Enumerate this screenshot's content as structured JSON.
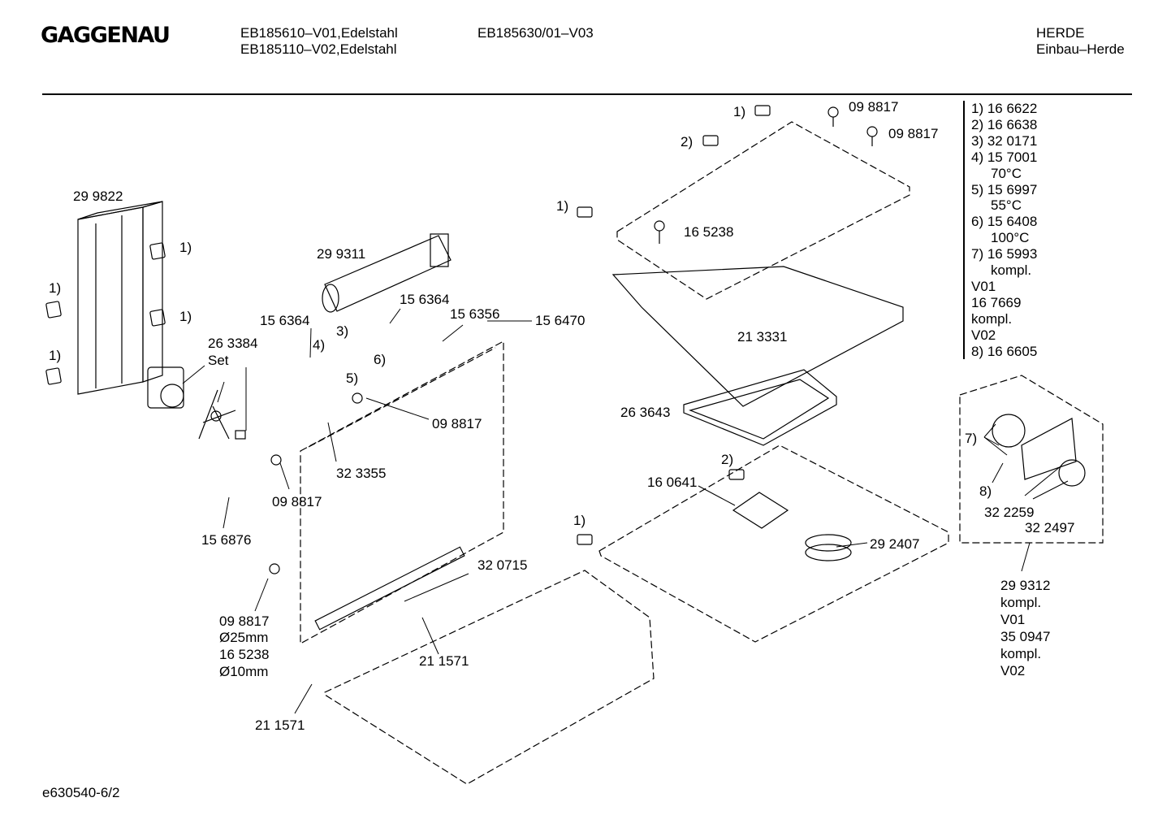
{
  "brand": "GAGGENAU",
  "header": {
    "model_line_1": "EB185610–V01,Edelstahl",
    "model_line_2": "EB185110–V02,Edelstahl",
    "model_line_3": "EB185630/01–V03",
    "category_1": "HERDE",
    "category_2": "Einbau–Herde"
  },
  "legend": [
    {
      "key": "1)",
      "part": "16 6622"
    },
    {
      "key": "2)",
      "part": "16 6638"
    },
    {
      "key": "3)",
      "part": "32 0171"
    },
    {
      "key": "4)",
      "part": "15 7001",
      "note": "70°C"
    },
    {
      "key": "5)",
      "part": "15 6997",
      "note": "55°C"
    },
    {
      "key": "6)",
      "part": "15 6408",
      "note": "100°C"
    },
    {
      "key": "7)",
      "part": "16 5993",
      "note": "kompl."
    },
    {
      "key": "",
      "part": "V01"
    },
    {
      "key": "",
      "part": "16 7669"
    },
    {
      "key": "",
      "part": "kompl."
    },
    {
      "key": "",
      "part": "V02"
    },
    {
      "key": "8)",
      "part": "16 6605"
    }
  ],
  "labels": {
    "l_299822": "29 9822",
    "l_299311": "29 9311",
    "l_156364a": "15 6364",
    "l_156364b": "15 6364",
    "l_156356": "15 6356",
    "l_156470": "15 6470",
    "l_263384": "26 3384",
    "l_set": "Set",
    "l_098817a": "09 8817",
    "l_323355": "32 3355",
    "l_098817b": "09 8817",
    "l_156876": "15 6876",
    "l_098817c": "09 8817",
    "l_d25": "Ø25mm",
    "l_165238a": "16 5238",
    "l_d10": "Ø10mm",
    "l_320715": "32 0715",
    "l_211571a": "21 1571",
    "l_211571b": "21 1571",
    "l_098817d": "09 8817",
    "l_098817e": "09 8817",
    "l_165238b": "16 5238",
    "l_213331": "21 3331",
    "l_263643": "26 3643",
    "l_160641": "16 0641",
    "l_292407": "29 2407",
    "l_322259": "32 2259",
    "l_322497": "32 2497",
    "l_299312": "29 9312",
    "l_kompl1": "kompl.",
    "l_v01": "V01",
    "l_350947": "35 0947",
    "l_kompl2": "kompl.",
    "l_v02": "V02",
    "k1a": "1)",
    "k1b": "1)",
    "k1c": "1)",
    "k1d": "1)",
    "k1e": "1)",
    "k1f": "1)",
    "k1g": "1)",
    "k2a": "2)",
    "k2b": "2)",
    "k3": "3)",
    "k4": "4)",
    "k5": "5)",
    "k6": "6)",
    "k7": "7)",
    "k8": "8)"
  },
  "footer": "e630540-6/2"
}
